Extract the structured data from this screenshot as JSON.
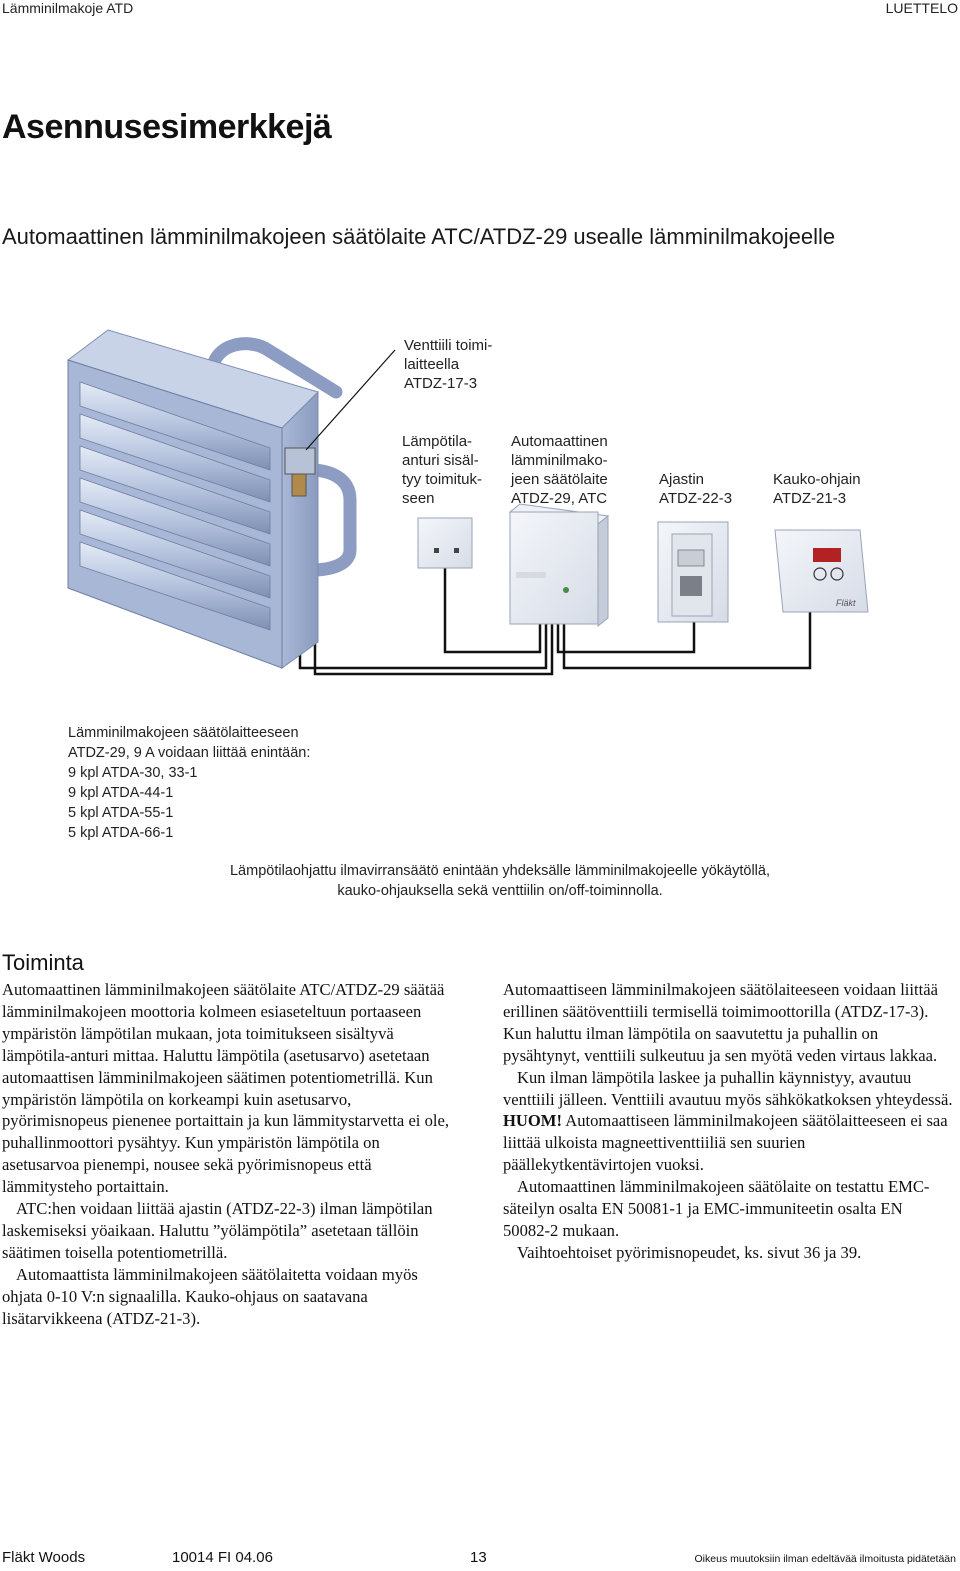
{
  "header": {
    "left": "Lämminilmakoje ATD",
    "right": "LUETTELO"
  },
  "title": "Asennusesimerkkejä",
  "subtitle": "Automaattinen lämminilmakojeen säätölaite ATC/ATDZ-29 usealle lämminilmakojeelle",
  "diagram_labels": {
    "valve": "Venttiili toimi-\nlaitteella\nATDZ-17-3",
    "sensor": "Lämpötila-\nanturi sisäl-\ntyy toimituk-\nseen",
    "controller": "Automaattinen\nlämminilmako-\njeen säätölaite\nATDZ-29, ATC",
    "timer": "Ajastin\nATDZ-22-3",
    "remote": "Kauko-ohjain\nATDZ-21-3"
  },
  "notes": [
    "Lämminilmakojeen säätölaitteeseen",
    "ATDZ-29, 9 A voidaan liittää enintään:",
    "9 kpl ATDA-30, 33-1",
    "9 kpl ATDA-44-1",
    "5 kpl ATDA-55-1",
    "5 kpl ATDA-66-1"
  ],
  "caption": [
    "Lämpötilaohjattu ilmavirransäätö enintään yhdeksälle lämminilmakojeelle yökäytöllä,",
    "kauko-ohjauksella sekä venttiilin on/off-toiminnolla."
  ],
  "section_title": "Toiminta",
  "col1": {
    "p1": "Automaattinen lämminilmakojeen säätölaite ATC/ATDZ-29 säätää lämminilmakojeen moottoria kolmeen esiaseteltuun portaaseen ympäristön lämpötilan mukaan, jota toimitukseen sisältyvä lämpötila-anturi mittaa. Haluttu lämpötila (asetusarvo) asetetaan automaattisen lämminilmakojeen säätimen potentiometrillä. Kun ympäristön lämpötila on korkeampi kuin asetusarvo, pyörimisnopeus pienenee portaittain ja kun lämmitystarvetta ei ole, puhallinmoottori pysähtyy. Kun ympäristön lämpötila on asetusarvoa pienempi, nousee sekä pyörimisnopeus että lämmitysteho portaittain.",
    "p2": "ATC:hen voidaan liittää ajastin (ATDZ-22-3) ilman lämpötilan laskemiseksi yöaikaan. Haluttu ”yölämpötila” asetetaan tällöin säätimen toisella potentiometrillä.",
    "p3": "Automaattista lämminilmakojeen säätölaitetta voidaan myös ohjata 0-10 V:n signaalilla. Kauko-ohjaus on saatavana lisätarvikkeena (ATDZ-21-3)."
  },
  "col2": {
    "p1": "Automaattiseen lämminilmakojeen säätölaiteeseen voidaan liittää erillinen säätöventtiili termisellä toimimoottorilla (ATDZ-17-3). Kun haluttu ilman lämpötila on saavutettu ja puhallin on pysähtynyt, venttiili sulkeutuu ja sen myötä veden virtaus lakkaa.",
    "p2": "Kun ilman lämpötila laskee ja puhallin käynnistyy, avautuu venttiili jälleen. Venttiili avautuu myös sähkökatkoksen yhteydessä.",
    "p3_bold": "HUOM!",
    "p3": " Automaattiseen lämminilmakojeen säätölaitteeseen ei saa liittää ulkoista magneettiventtiiliä sen suurien päällekytkentävirtojen vuoksi.",
    "p4": "Automaattinen lämminilmakojeen säätölaite on testattu EMC-säteilyn osalta EN 50081-1 ja EMC-immuniteetin osalta EN 50082-2 mukaan.",
    "p5": "Vaihtoehtoiset pyörimisnopeudet, ks. sivut 36 ja 39."
  },
  "footer": {
    "brand": "Fläkt Woods",
    "code": "10014 FI 04.06",
    "page": "13",
    "disclaimer": "Oikeus muutoksiin ilman edeltävää ilmoitusta pidätetään"
  }
}
